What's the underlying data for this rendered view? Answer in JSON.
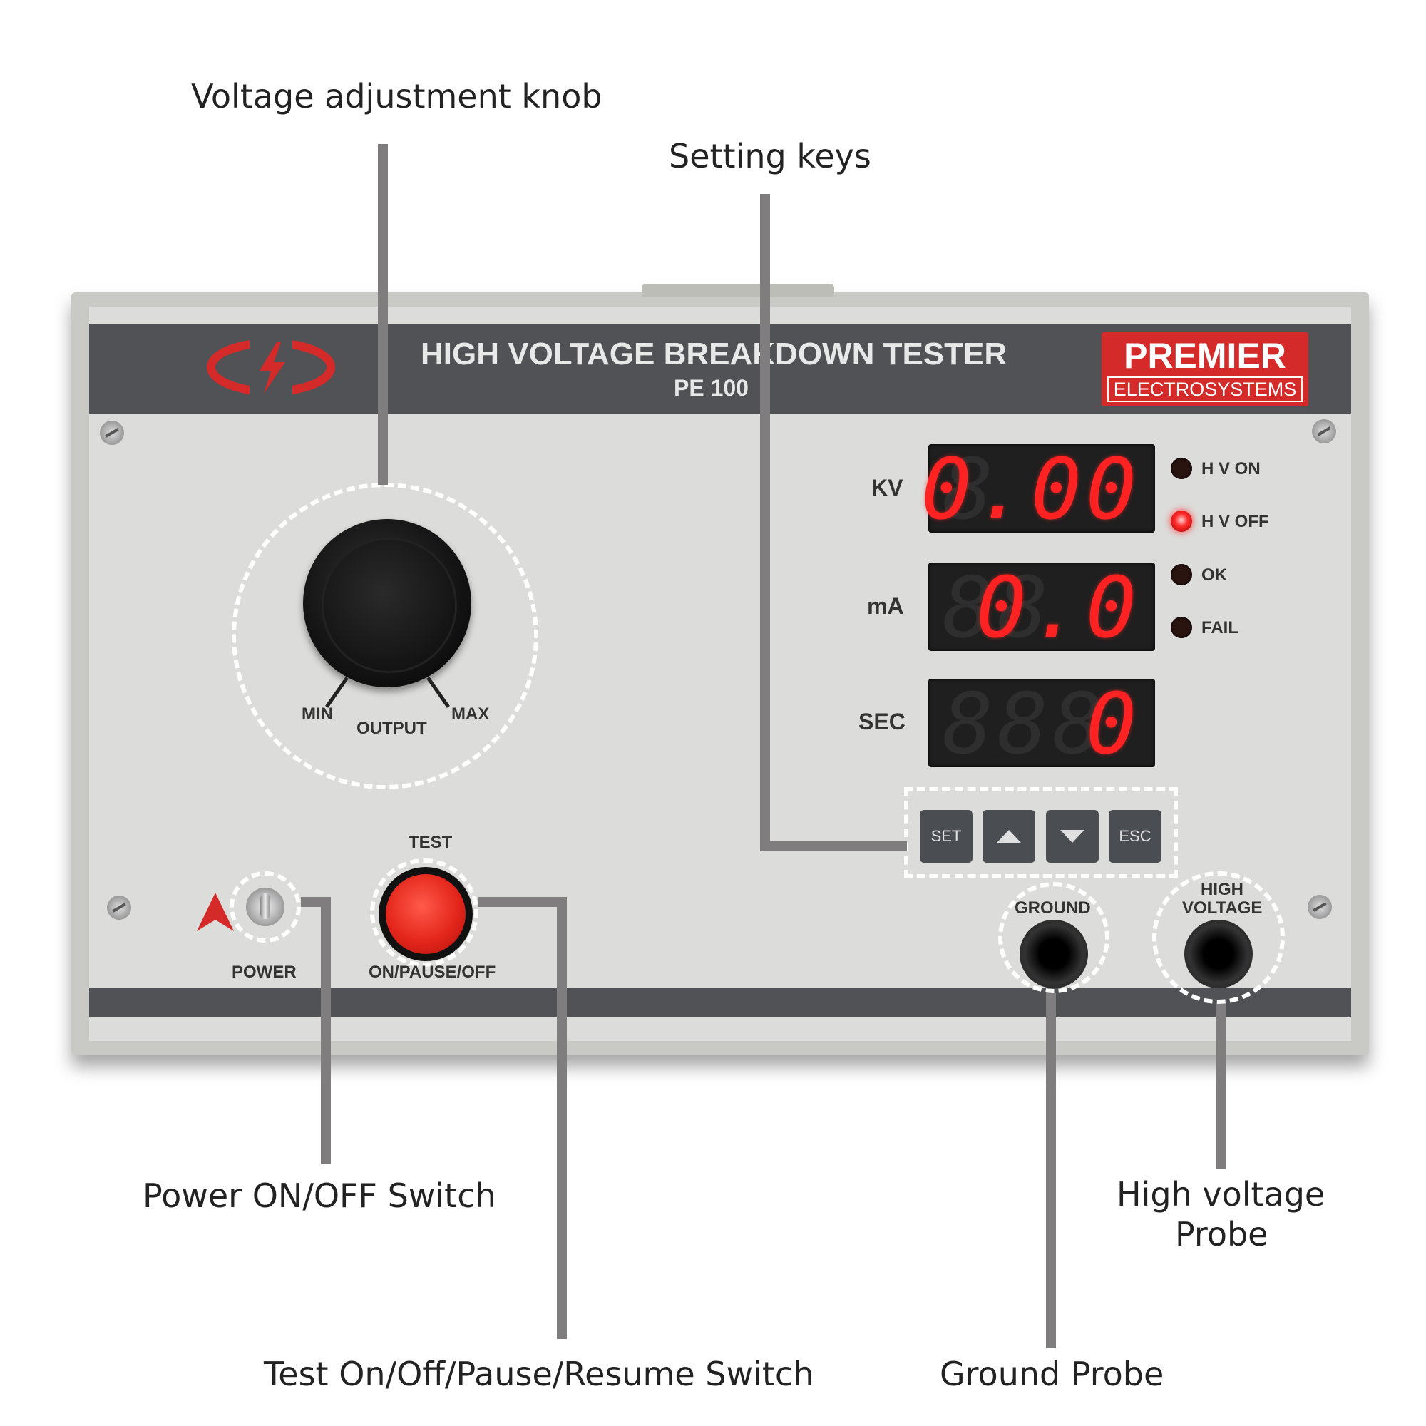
{
  "callouts": {
    "knob": "Voltage adjustment knob",
    "keys": "Setting keys",
    "power": "Power ON/OFF Switch",
    "test": "Test On/Off/Pause/Resume Switch",
    "ground": "Ground Probe",
    "hv_line1": "High voltage",
    "hv_line2": "Probe"
  },
  "device": {
    "title": "HIGH VOLTAGE BREAKDOWN TESTER",
    "model": "PE 100",
    "brand": "PREMIER",
    "brand_sub": "ELECTROSYSTEMS",
    "accent_color": "#d42a2a",
    "band_color": "#505256",
    "panel_color": "#dcdcda"
  },
  "displays": {
    "kv": {
      "label": "KV",
      "value": "0.00"
    },
    "ma": {
      "label": "mA",
      "value": "0.0"
    },
    "sec": {
      "label": "SEC",
      "value": "0"
    }
  },
  "indicators": [
    {
      "label": "H V ON",
      "lit": false
    },
    {
      "label": "H V OFF",
      "lit": true
    },
    {
      "label": "OK",
      "lit": false
    },
    {
      "label": "FAIL",
      "lit": false
    }
  ],
  "knob": {
    "min": "MIN",
    "max": "MAX",
    "name": "OUTPUT"
  },
  "keys": {
    "set": "SET",
    "up": "up-arrow-icon",
    "down": "down-arrow-icon",
    "esc": "ESC"
  },
  "switches": {
    "power": "POWER",
    "test_top": "TEST",
    "test_bottom": "ON/PAUSE/OFF"
  },
  "terminals": {
    "ground": "GROUND",
    "hv_line1": "HIGH",
    "hv_line2": "VOLTAGE"
  }
}
